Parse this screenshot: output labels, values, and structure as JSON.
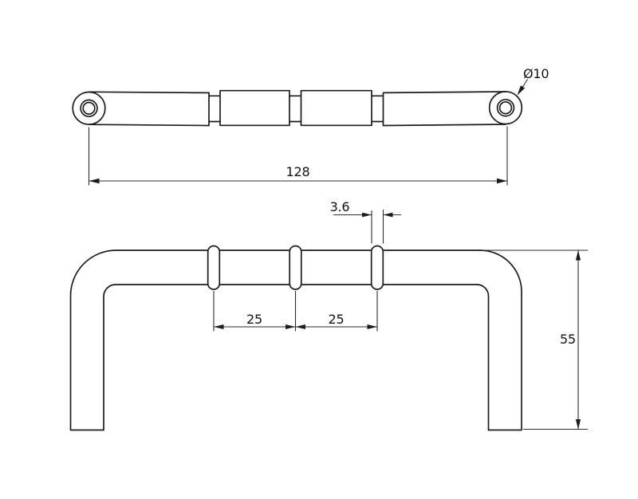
{
  "drawing": {
    "background_color": "#ffffff",
    "line_color": "#1c1c1c",
    "dim_line_color": "#2e2e2e",
    "top_view": {
      "length_dim": "128",
      "hole_diameter_dim": "Ø10"
    },
    "front_view": {
      "groove_width_dim": "3.6",
      "groove_spacing_dim_1": "25",
      "groove_spacing_dim_2": "25",
      "height_dim": "55"
    }
  }
}
